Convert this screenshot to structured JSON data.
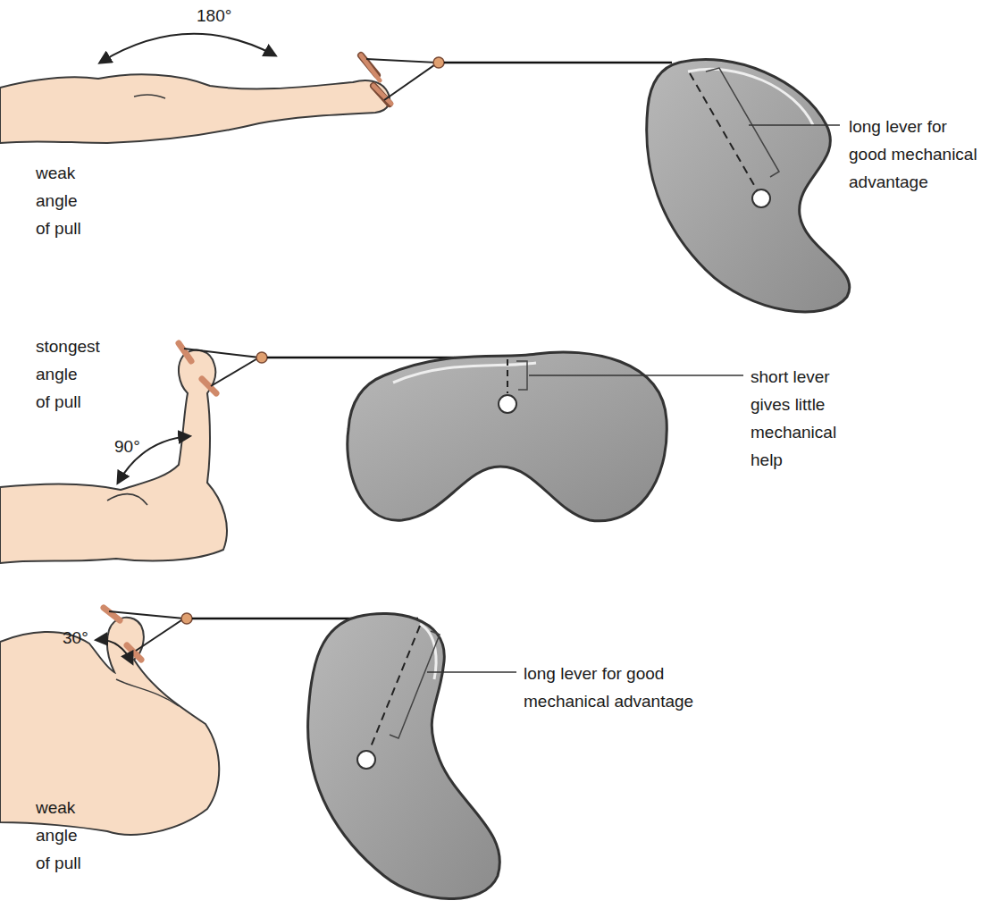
{
  "diagram": {
    "labels": [
      "180°",
      "long lever for good mechanical advantage",
      "weak angle of pull",
      "stongest angle of pull",
      "short lever gives little mechanical help",
      "90°",
      "30°",
      "long lever for good mechanical advantage",
      "weak angle of pull"
    ]
  }
}
